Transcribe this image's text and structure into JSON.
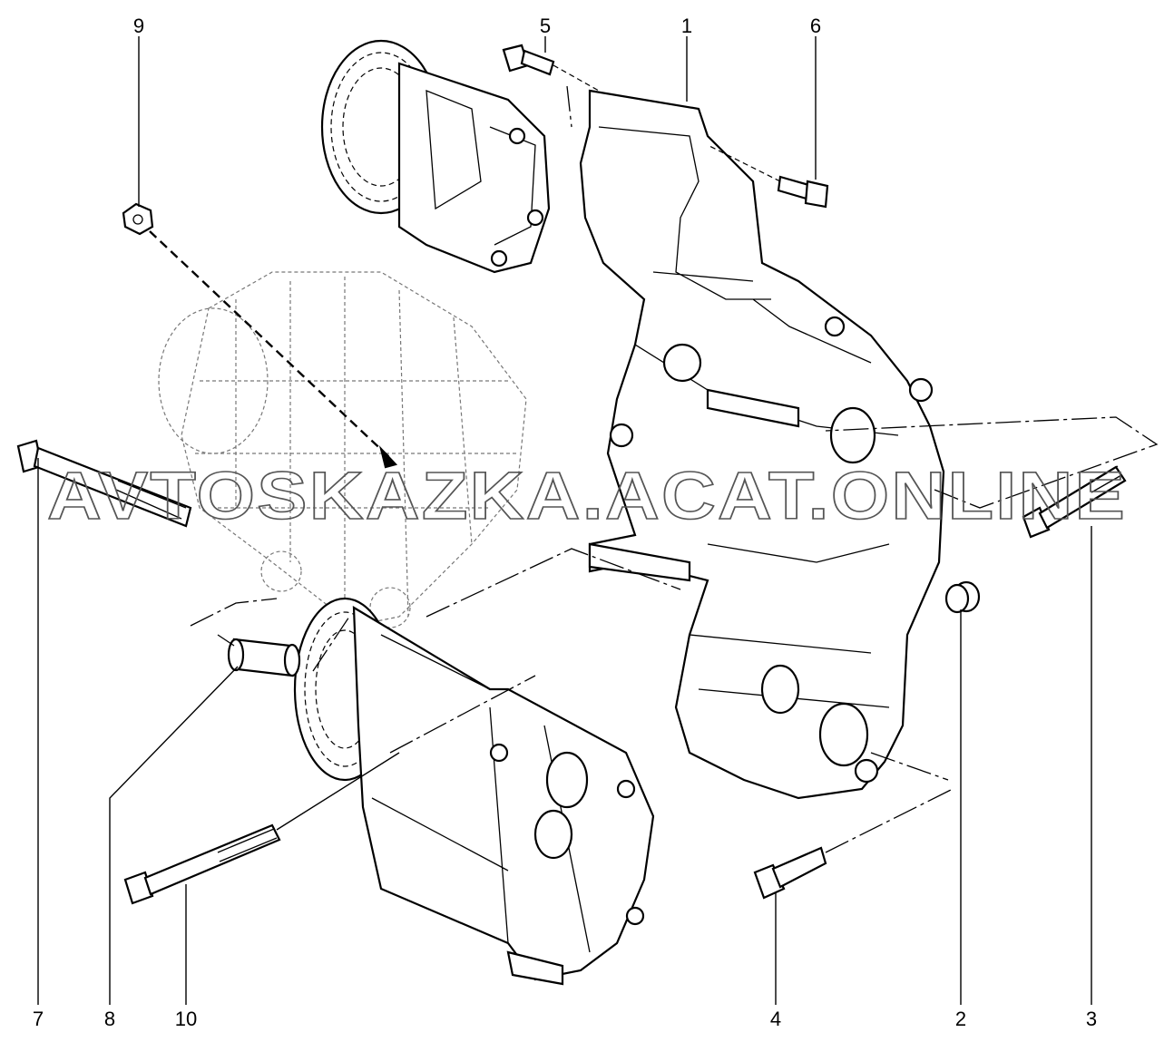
{
  "diagram": {
    "watermark": "AVTOSKAZKA.ACAT.ONLINE",
    "callouts": {
      "c1": "1",
      "c2": "2",
      "c3": "3",
      "c4": "4",
      "c5": "5",
      "c6": "6",
      "c7": "7",
      "c8": "8",
      "c9": "9",
      "c10": "10"
    }
  }
}
